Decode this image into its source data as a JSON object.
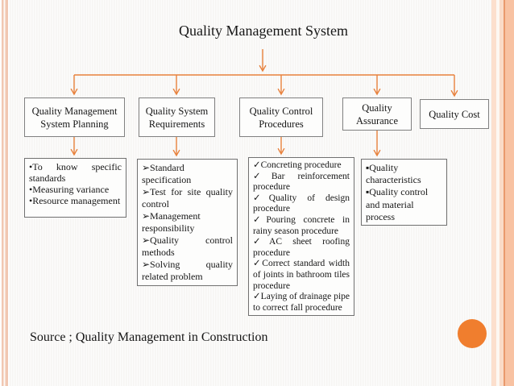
{
  "slide": {
    "title": "Quality Management System",
    "source_note": "Source ; Quality Management in Construction"
  },
  "colors": {
    "arrow_orange": "#E8813C",
    "circle_orange": "#F07E2E",
    "box_border_gray": "#808080"
  },
  "boxes": [
    {
      "label": "Quality Management System Planning"
    },
    {
      "label": "Quality System Requirements"
    },
    {
      "label": "Quality Control Procedures"
    },
    {
      "label": "Quality Assurance"
    },
    {
      "label": "Quality Cost"
    }
  ],
  "details": [
    {
      "parent": "Quality Management System Planning",
      "items": [
        "•To know specific standards",
        "•Measuring variance",
        "•Resource management"
      ]
    },
    {
      "parent": "Quality System Requirements",
      "items": [
        "➢Standard specification",
        "➢Test for site quality control",
        "➢Management responsibility",
        "➢Quality control methods",
        "➢Solving quality related problem"
      ]
    },
    {
      "parent": "Quality Control Procedures",
      "items": [
        "✓Concreting procedure",
        "✓Bar reinforcement procedure",
        "✓Quality of design procedure",
        "✓Pouring concrete in rainy season procedure",
        "✓AC sheet roofing procedure",
        "✓Correct standard width of joints in bathroom tiles procedure",
        "✓Laying of drainage pipe to correct fall procedure"
      ]
    },
    {
      "parent": "Quality Assurance",
      "items": [
        "▪Quality characteristics",
        "▪Quality control and material process"
      ]
    }
  ]
}
